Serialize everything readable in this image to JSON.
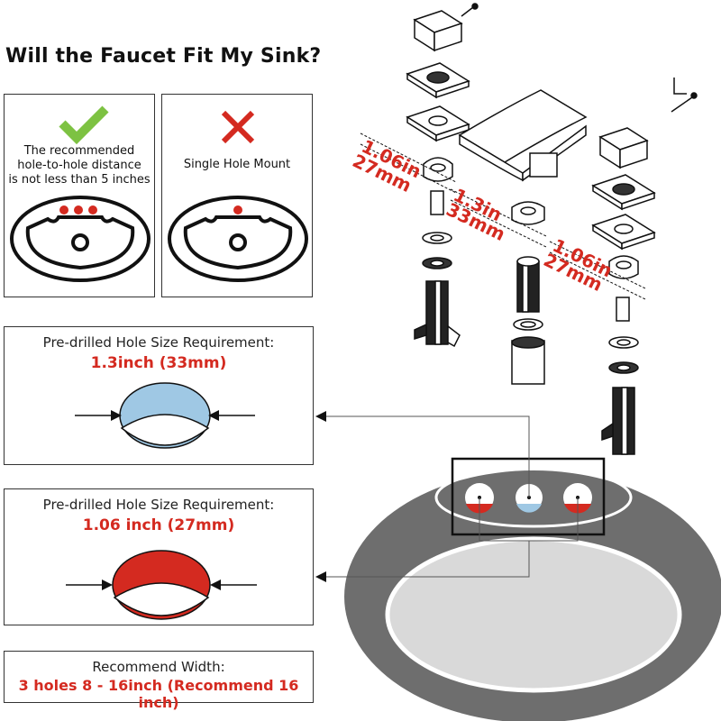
{
  "title": "Will the Faucet Fit My Sink?",
  "cards": {
    "recommended": {
      "line1": "The recommended",
      "line2": "hole-to-hole distance",
      "line3": "is not less than 5 inches"
    },
    "single": {
      "label": "Single Hole Mount"
    }
  },
  "hole_33": {
    "heading": "Pre-drilled Hole Size Requirement:",
    "size": "1.3inch (33mm)"
  },
  "hole_27": {
    "heading": "Pre-drilled Hole Size Requirement:",
    "size": "1.06 inch (27mm)"
  },
  "width": {
    "heading": "Recommend Width:",
    "value": "3 holes 8 - 16inch (Recommend 16 inch)"
  },
  "dims": {
    "left_in": "1.06in",
    "left_mm": "27mm",
    "center_in": "1.3in",
    "center_mm": "33mm",
    "right_in": "1.06in",
    "right_mm": "27mm"
  },
  "colors": {
    "check": "#7dc242",
    "cross": "#d42a20",
    "red": "#d42a20",
    "blue": "#9fc8e4",
    "sink_gray": "#6e6e6e",
    "basin": "#d9d9d9"
  }
}
